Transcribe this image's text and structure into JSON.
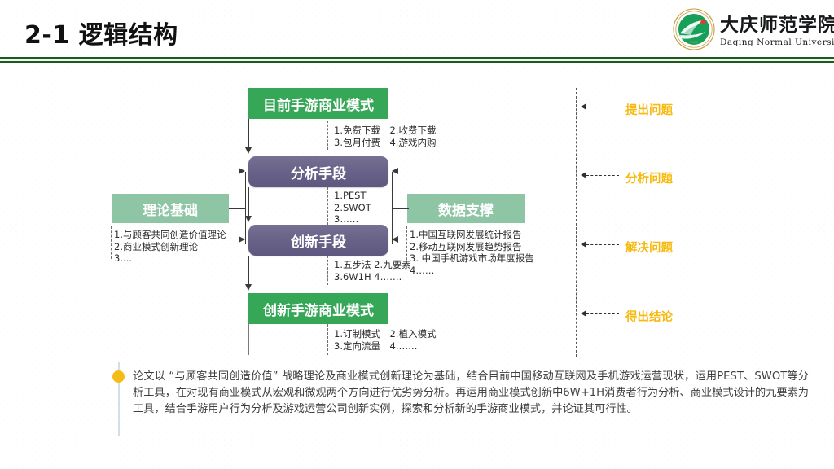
{
  "header": {
    "title": "2-1 逻辑结构",
    "rule_color": "#1d5a1d"
  },
  "logo": {
    "icon": "daqing-normal-university-emblem",
    "name_cn": "大庆师范学院",
    "name_en": "Daqing  Normal  University",
    "emblem_green": "#18a05a",
    "emblem_ring": "#c89b3c",
    "emblem_dot": "#e8392c"
  },
  "diagram": {
    "nodes": {
      "current_model": "目前手游商业模式",
      "analysis_method": "分析手段",
      "innovation_method": "创新手段",
      "new_model": "创新手游商业模式",
      "theory_base": "理论基础",
      "data_support": "数据支撑"
    },
    "colors": {
      "green": "#36a757",
      "sage": "#8ec5a4",
      "purple": "#6a648a",
      "stage_label": "#f7b90d",
      "bullet": "#f5bc18"
    },
    "annotations": {
      "current_to_analysis": "1.免费下载　2.收费下载\n3.包月付费　4.游戏内购",
      "analysis_to_innovation": "1.PEST\n2.SWOT\n3……",
      "innovation_to_newmodel": "1.五步法 2.九要素\n3.6W1H 4…….",
      "newmodel_detail": "1.订制模式　2.植入模式\n3.定向流量　4…….",
      "theory_detail": "1.与顾客共同创造价值理论\n2.商业模式创新理论\n3....",
      "data_detail": "1.中国互联网发展统计报告\n2.移动互联网发展趋势报告\n3. 中国手机游戏市场年度报告\n4……"
    },
    "stages": [
      {
        "label": "提出问题"
      },
      {
        "label": "分析问题"
      },
      {
        "label": "解决问题"
      },
      {
        "label": "得出结论"
      }
    ]
  },
  "summary": {
    "bullet_icon": "dot-bullet-icon",
    "text": "论文以 “与顾客共同创造价值” 战略理论及商业模式创新理论为基础，结合目前中国移动互联网及手机游戏运营现状，运用PEST、SWOT等分析工具，在对现有商业模式从宏观和微观两个方向进行优劣势分析。再运用商业模式创新中6W+1H消费者行为分析、商业模式设计的九要素为工具，结合手游用户行为分析及游戏运营公司创新实例，探索和分析新的手游商业模式，并论证其可行性。"
  }
}
